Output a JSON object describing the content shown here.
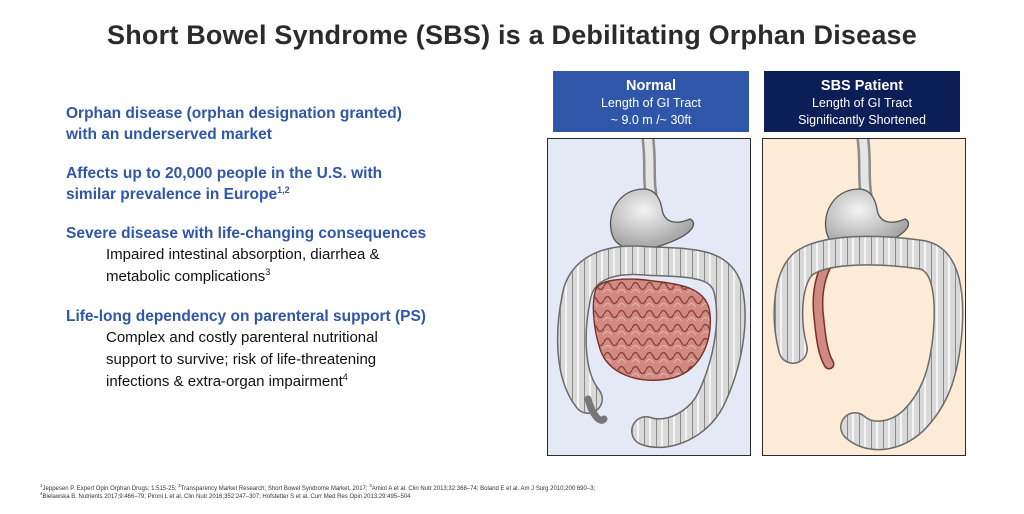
{
  "title": "Short Bowel Syndrome (SBS) is a Debilitating Orphan Disease",
  "bullets": [
    {
      "heading_line1": "Orphan disease (orphan designation granted)",
      "heading_line2": "with an underserved market"
    },
    {
      "heading_line1": "Affects up to 20,000 people in the U.S. with",
      "heading_line2": "similar prevalence in Europe",
      "heading_sup": "1,2"
    },
    {
      "heading": "Severe disease with life-changing consequences",
      "body_line1": "Impaired intestinal absorption, diarrhea &",
      "body_line2": "metabolic complications",
      "body_sup": "3"
    },
    {
      "heading": "Life-long dependency on parenteral support (PS)",
      "body_line1": "Complex and costly parenteral nutritional",
      "body_line2": "support to survive; risk of life-threatening",
      "body_line3": "infections & extra-organ impairment",
      "body_sup": "4"
    }
  ],
  "panels": {
    "normal": {
      "title": "Normal",
      "line1": "Length of GI Tract",
      "line2": "~ 9.0 m /~ 30ft"
    },
    "sbs": {
      "title": "SBS Patient",
      "line1": "Length of GI Tract",
      "line2": "Significantly Shortened"
    }
  },
  "footnotes": {
    "line1_sup1": "1",
    "line1_part1": "Jeppesen P. Expert Opin Orphan Drugs; 1:515-25; ",
    "line1_sup2": "2",
    "line1_part2": "Transparency Market Research; Short Bowel Syndrome Market, 2017; ",
    "line1_sup3": "3",
    "line1_part3": "Amiot A et al. Clin Nutr 2013;32:368–74; Boland E et al. Am J Surg 2010;200:690–3;",
    "line2_sup": "4",
    "line2_text": "Bielawska B. Nutrients 2017;9:466–79;  Pironi L et al. Clin Nutr 2016;352:247–307;  Hofstetter S et al. Curr Med Res Opin 2013;29:495–504"
  },
  "colors": {
    "accent_blue": "#2f56a8",
    "dark_navy": "#0c1e56",
    "normal_bg": "#e4e9f5",
    "sbs_bg": "#fcebd6",
    "small_intestine": "#cf8a82"
  }
}
